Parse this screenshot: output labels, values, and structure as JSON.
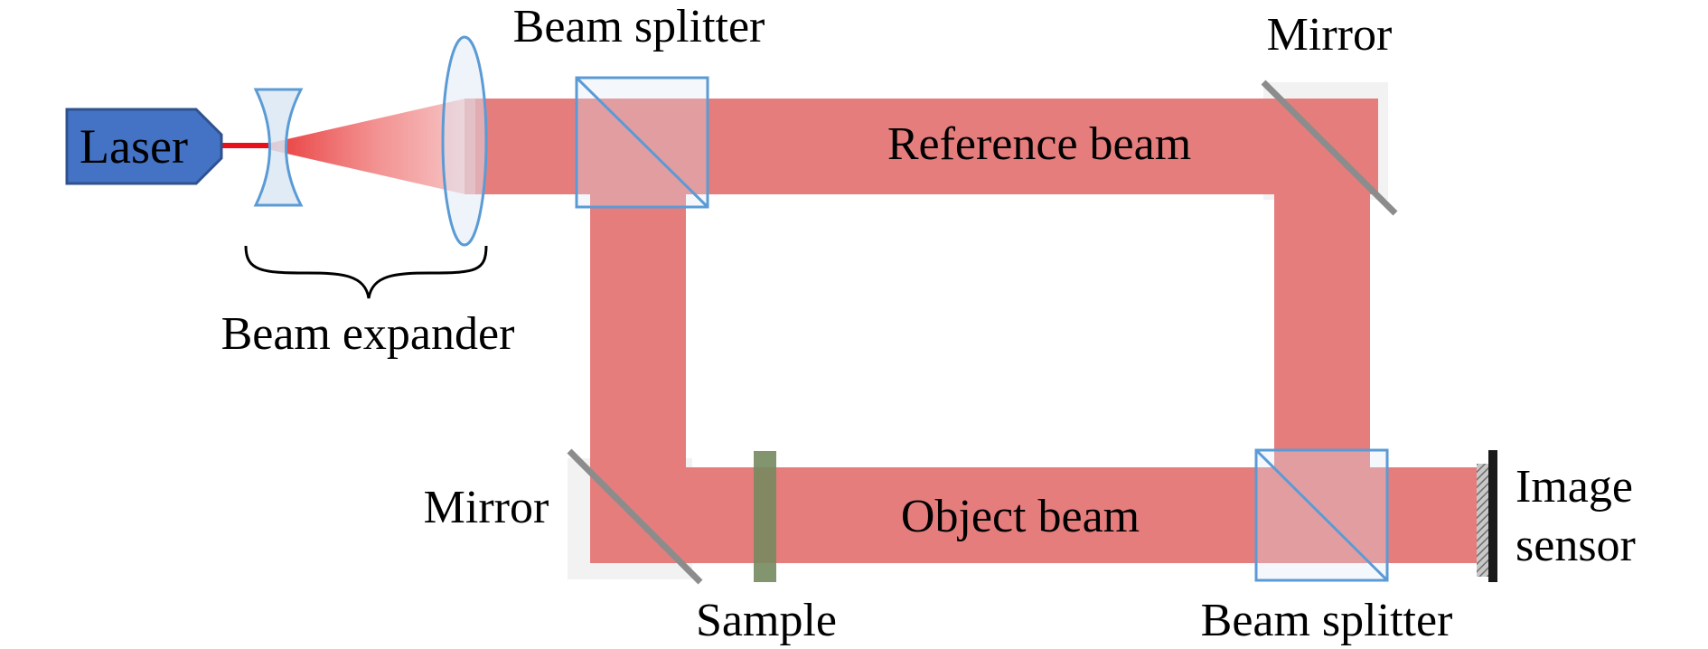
{
  "labels": {
    "laser": "Laser",
    "beam_splitter_top": "Beam splitter",
    "mirror_top": "Mirror",
    "reference_beam": "Reference beam",
    "beam_expander": "Beam expander",
    "mirror_bottom": "Mirror",
    "object_beam": "Object beam",
    "sample": "Sample",
    "beam_splitter_bottom": "Beam splitter",
    "image_sensor_line1": "Image",
    "image_sensor_line2": "sensor"
  },
  "colors": {
    "beam": "#e57d7d",
    "laser_box_fill": "#4472c4",
    "laser_box_stroke": "#2f528f",
    "laser_line": "#e8101a",
    "optic_stroke": "#5b9bd5",
    "optic_fill": "#dbe7f5",
    "mirror": "#8c8c8c",
    "mirror_shadow": "#f0f0f0",
    "sample": "#758a5f",
    "sensor": "#1a1a1a"
  }
}
